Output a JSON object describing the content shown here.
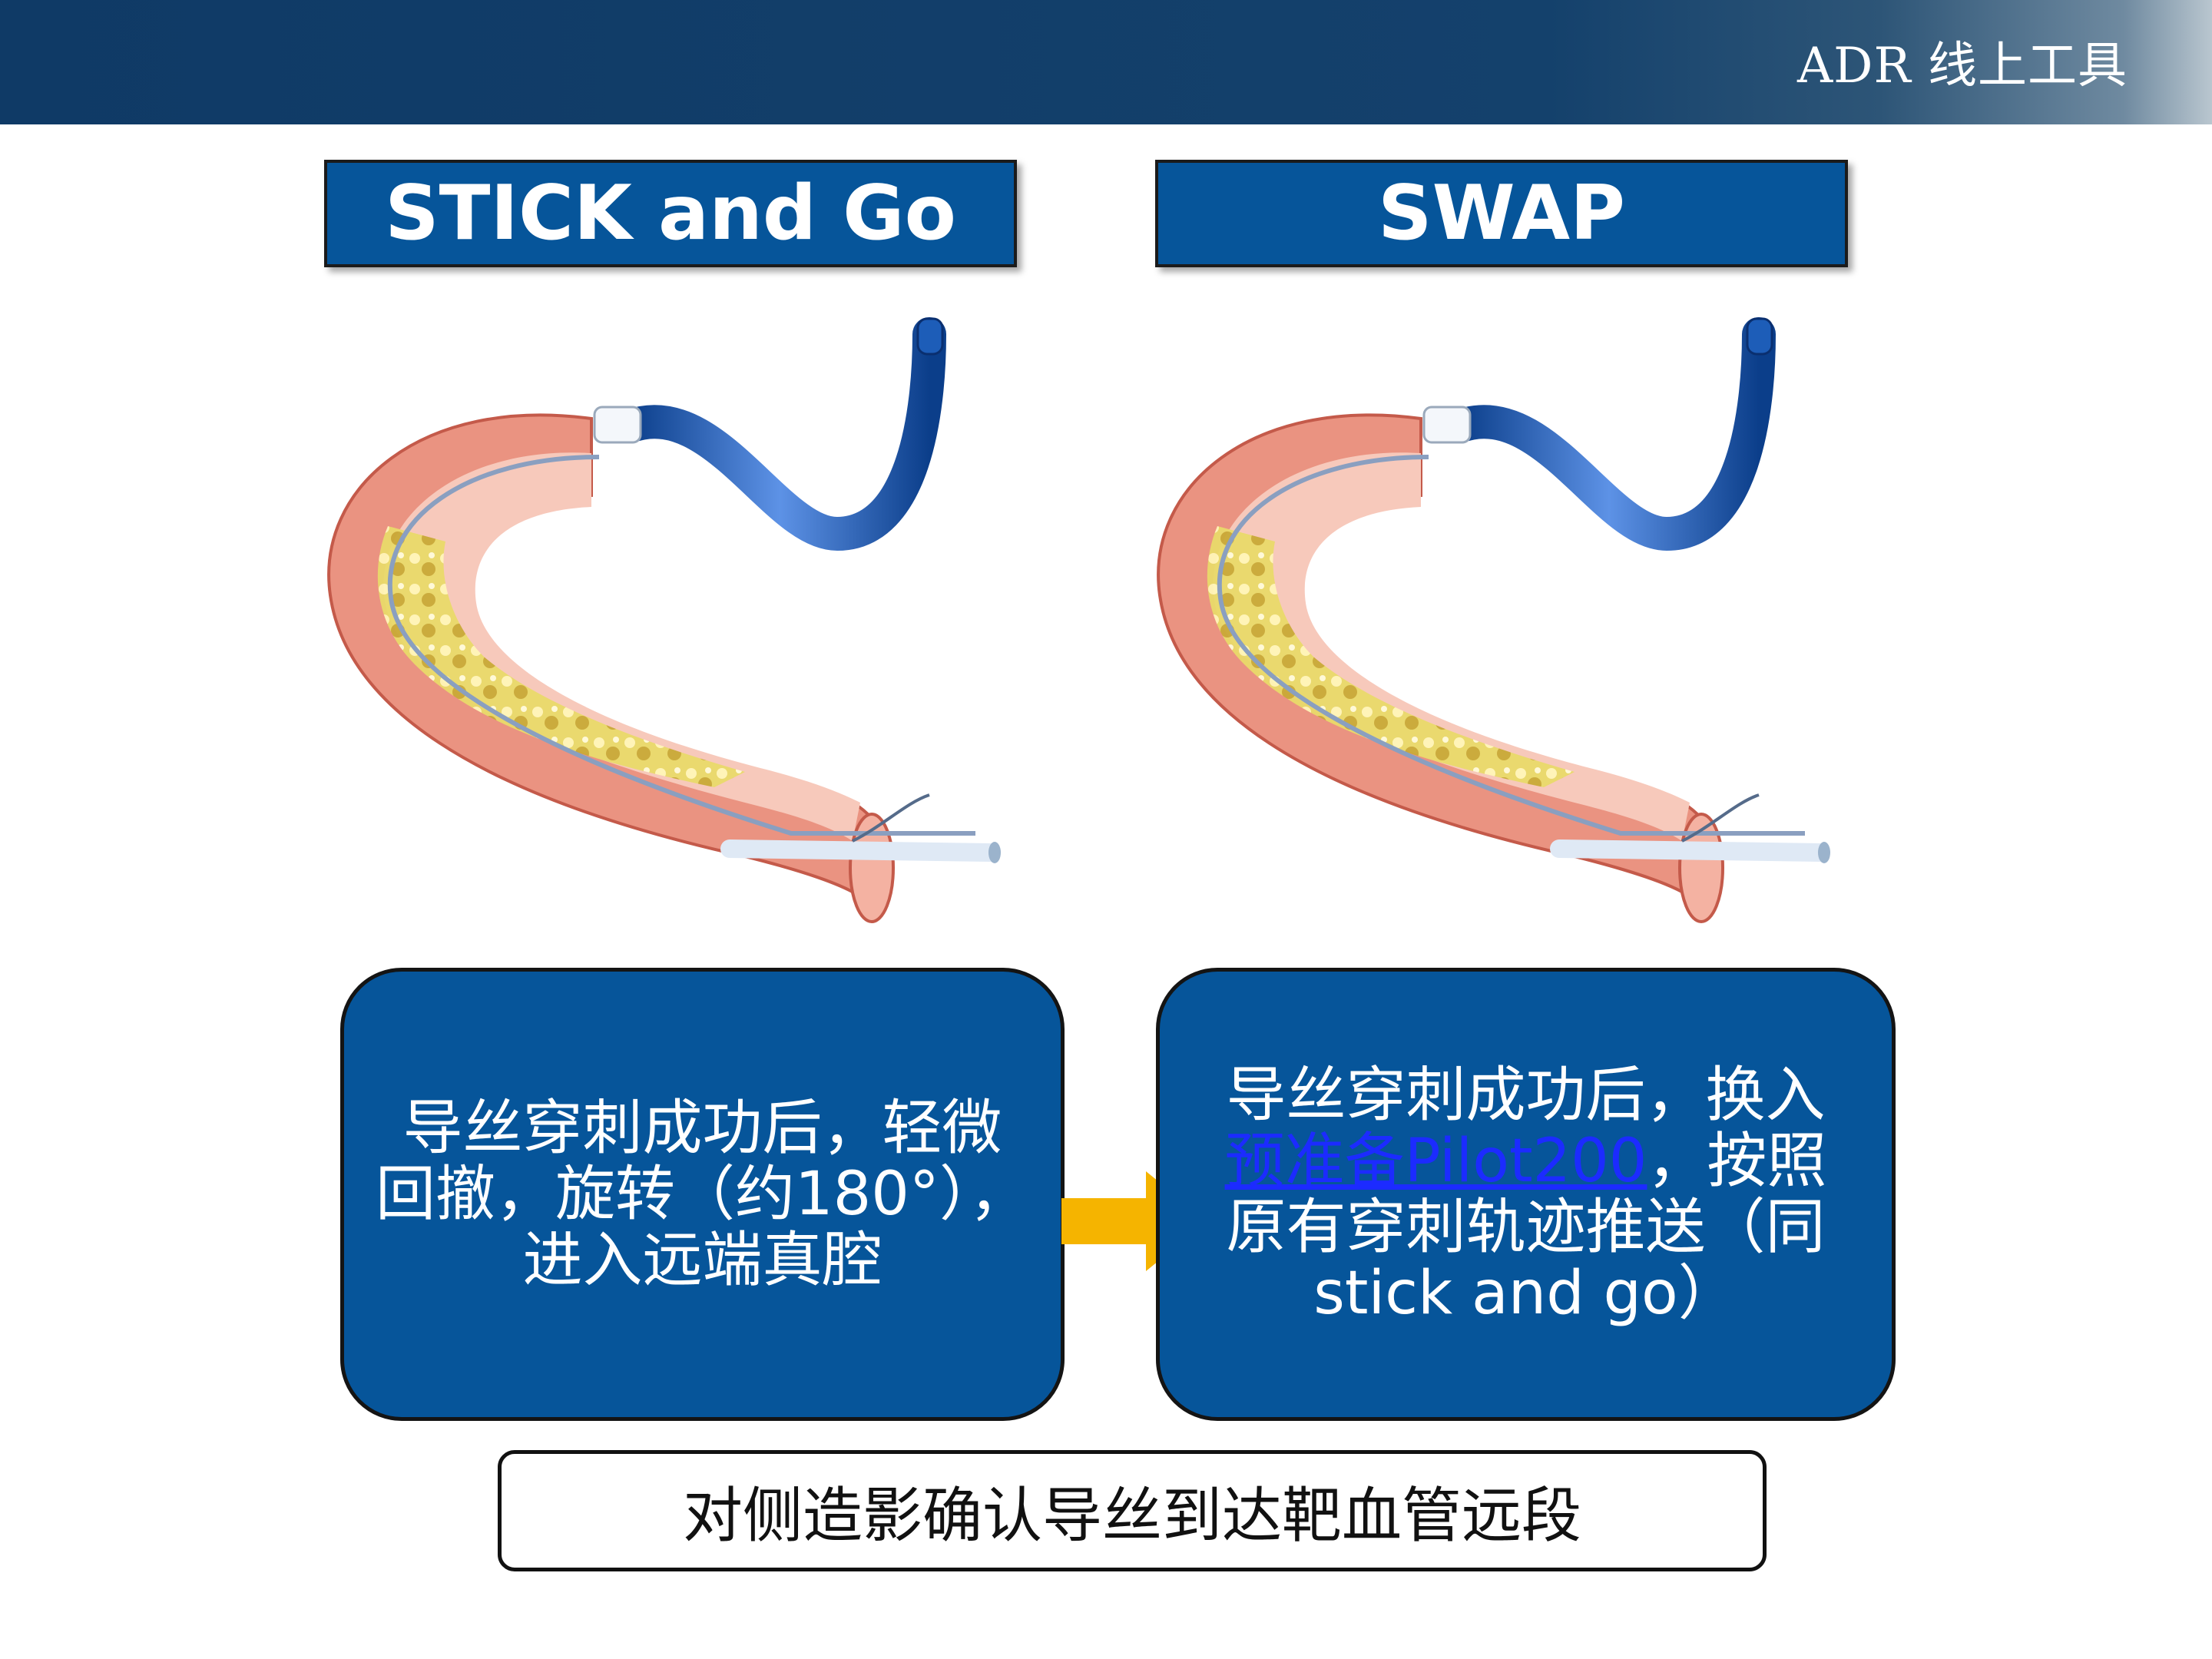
{
  "header": {
    "brand": "ADR 线上工具"
  },
  "left": {
    "title": "STICK and Go",
    "description_lines": [
      "导丝穿刺成功后，轻微",
      "回撤，旋转（约180°），",
      "进入远端真腔"
    ]
  },
  "right": {
    "title": "SWAP",
    "line1": "导丝穿刺成功后，换入",
    "link_text": "预准备Pilot200",
    "line2_rest": "，按照",
    "line3": "原有穿刺轨迹推送（同",
    "line4": "stick and go）"
  },
  "bottom": {
    "text": "对侧造影确认导丝到达靶血管远段"
  },
  "colors": {
    "header_bg": "#0f3a66",
    "box_blue": "#06559a",
    "arrow": "#f5b400",
    "link": "#1c2bff"
  }
}
